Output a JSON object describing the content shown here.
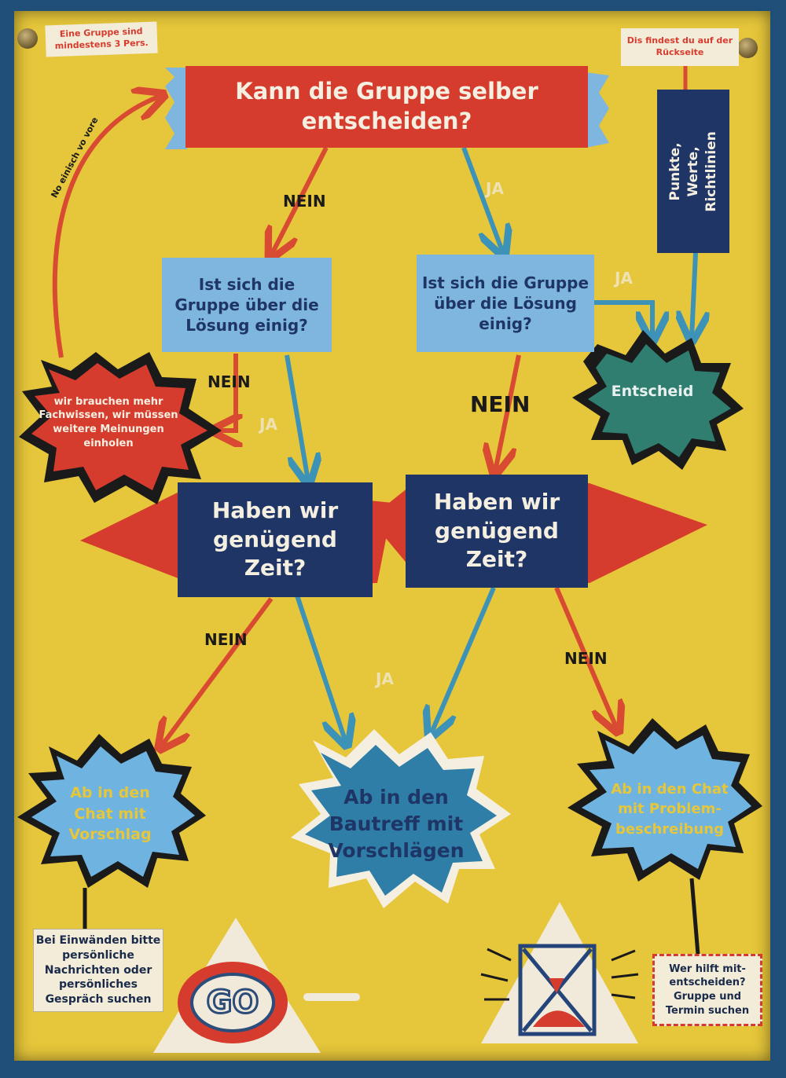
{
  "notes": {
    "top_left": "Eine Gruppe sind mindestens 3 Pers.",
    "top_right": "Dis findest du auf der Rückseite",
    "bottom_left": "Bei Einwänden bitte persönliche Nachrichten oder persönliches Gespräch suchen",
    "bottom_right": "Wer hilft mit-entscheiden? Gruppe und Termin suchen"
  },
  "start": {
    "question": "Kann die Gruppe selber entscheiden?"
  },
  "side_banner": "Punkte, Werte, Richtlinien",
  "loop_label": "No einisch vo vore",
  "left_consensus": "Ist sich die Gruppe über die Lösung einig?",
  "right_consensus": "Ist sich die Gruppe über die Lösung einig?",
  "left_time": "Haben wir genügend Zeit?",
  "right_time": "Haben wir genügend Zeit?",
  "outcomes": {
    "fachwissen": "wir brauchen mehr Fachwissen, wir müssen weitere Meinungen einholen",
    "entscheid": "Entscheid",
    "chat_vorschlag": "Ab in den Chat mit Vorschlag",
    "bautreff": "Ab in den Bautreff mit Vorschlägen",
    "chat_problem": "Ab in den Chat mit Problem-beschreibung"
  },
  "labels": {
    "no": "NEIN",
    "yes": "JA"
  },
  "go_sign": "GO",
  "colors": {
    "poster": "#e6c63a",
    "red": "#d63c2e",
    "light_blue": "#6fb3e0",
    "navy": "#1e3566",
    "teal": "#2f7e70",
    "arrow_red": "#d94a32",
    "arrow_blue": "#3d92b8"
  }
}
